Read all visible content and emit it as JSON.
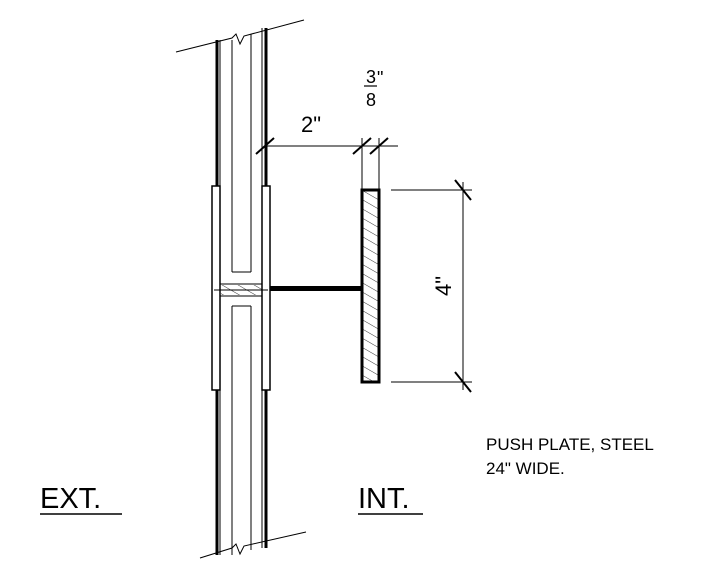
{
  "dimensions": {
    "gap": "2\"",
    "plate_thickness_num": "3",
    "plate_thickness_den": "8",
    "plate_thickness_unit": "\"",
    "plate_height": "4\""
  },
  "note": {
    "line1": "PUSH PLATE, STEEL",
    "line2": "24\" WIDE."
  },
  "labels": {
    "exterior": "EXT.",
    "interior": "INT."
  }
}
